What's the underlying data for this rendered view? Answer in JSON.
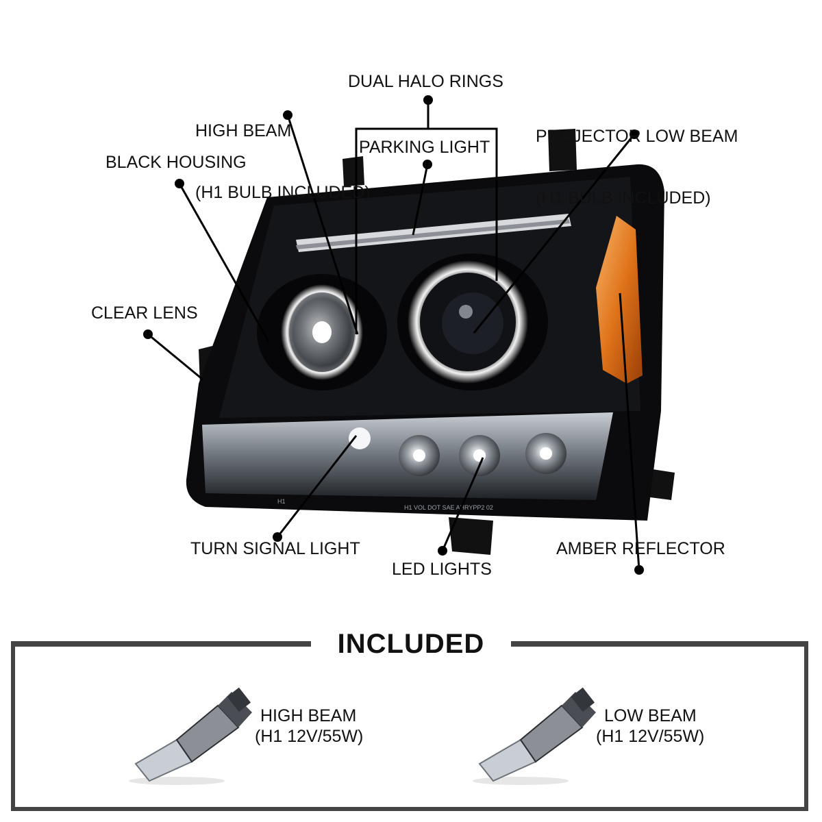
{
  "callouts": {
    "high_beam": [
      "HIGH BEAM",
      "(H1 BULB INCLUDED)"
    ],
    "dual_halo_rings": "DUAL HALO RINGS",
    "projector_low_beam": [
      "PROJECTOR LOW BEAM",
      "(H1 BULB INCLUDED)"
    ],
    "black_housing": "BLACK HOUSING",
    "parking_light": "PARKING LIGHT",
    "clear_lens": "CLEAR LENS",
    "turn_signal_light": "TURN SIGNAL LIGHT",
    "led_lights": "LED LIGHTS",
    "amber_reflector": "AMBER REFLECTOR"
  },
  "lens_markings": {
    "left": "H1",
    "bottom": "H1 VOL DOT SAE AHRYPP2 02"
  },
  "included": {
    "title": "INCLUDED",
    "items": [
      {
        "name": [
          "HIGH BEAM",
          "(H1 12V/55W)"
        ]
      },
      {
        "name": [
          "LOW BEAM",
          "(H1 12V/55W)"
        ]
      }
    ]
  },
  "colors": {
    "housing": "#0b0b0d",
    "amber": "#e0731a",
    "frame": "#444444",
    "halo": "#ffffff"
  }
}
